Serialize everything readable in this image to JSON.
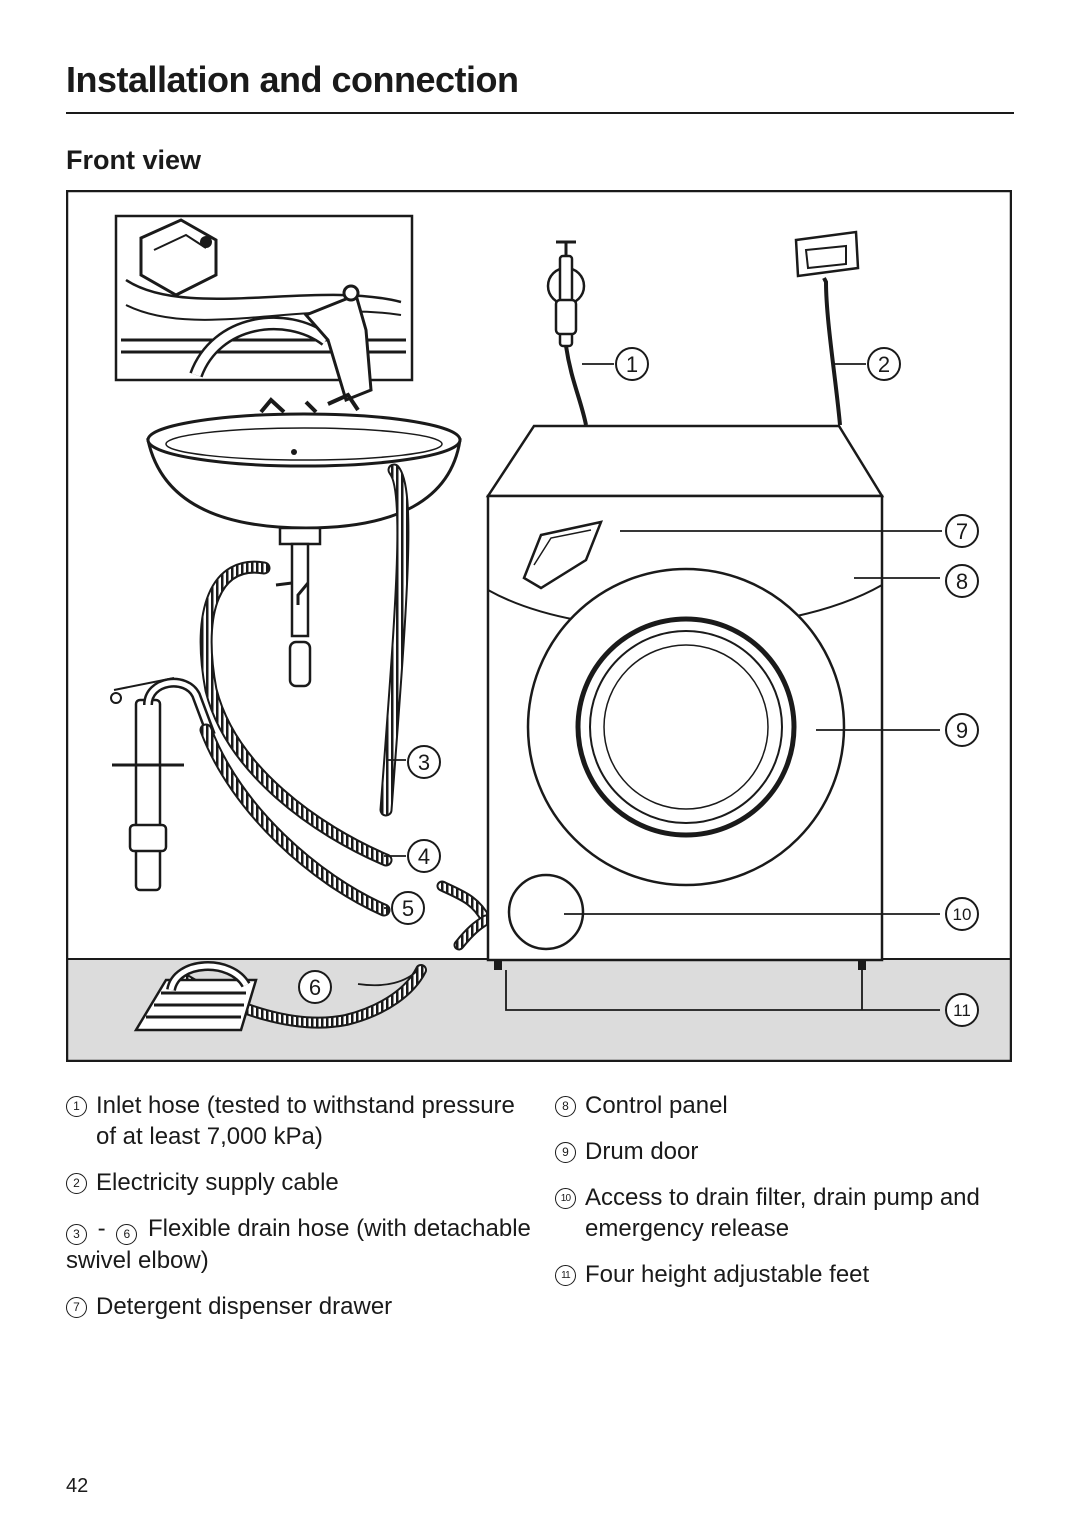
{
  "header": {
    "title": "Installation and connection"
  },
  "section": {
    "heading": "Front view"
  },
  "figure": {
    "callouts": [
      "1",
      "2",
      "3",
      "4",
      "5",
      "6",
      "7",
      "8",
      "9",
      "10",
      "11"
    ]
  },
  "legend": {
    "left": [
      {
        "num": "1",
        "text": "Inlet hose (tested to withstand pressure of at least 7,000 kPa)"
      },
      {
        "num": "2",
        "text": "Electricity supply cable"
      },
      {
        "num": "3",
        "dash": "-",
        "num_to": "6",
        "text": "Flexible drain hose (with detachable swivel elbow)"
      },
      {
        "num": "7",
        "text": "Detergent dispenser drawer"
      }
    ],
    "right": [
      {
        "num": "8",
        "text": "Control panel"
      },
      {
        "num": "9",
        "text": "Drum door"
      },
      {
        "num": "10",
        "text": "Access to drain filter, drain pump and emergency release"
      },
      {
        "num": "11",
        "text": "Four height adjustable feet"
      }
    ]
  },
  "footer": {
    "page_number": "42"
  }
}
